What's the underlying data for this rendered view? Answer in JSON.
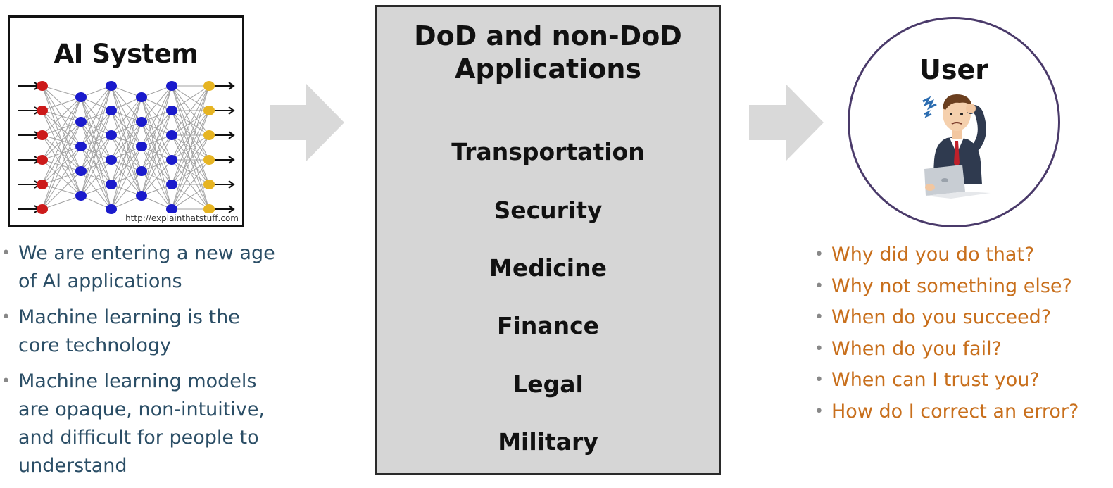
{
  "ai_system": {
    "title": "AI System",
    "credit": "http://explainthatstuff.com",
    "bullets": [
      "We are entering a new age of AI applications",
      "Machine learning is the core technology",
      "Machine learning models are opaque, non-intuitive, and difficult for people to understand"
    ]
  },
  "applications": {
    "title_line1": "DoD and non-DoD",
    "title_line2": "Applications",
    "items": [
      "Transportation",
      "Security",
      "Medicine",
      "Finance",
      "Legal",
      "Military"
    ]
  },
  "user": {
    "title": "User",
    "questions": [
      "Why did you do that?",
      "Why not something else?",
      "When do you succeed?",
      "When do you fail?",
      "When can I trust you?",
      "How do I correct an error?"
    ]
  },
  "colors": {
    "ai_bullet_text": "#2b4e66",
    "user_question_text": "#c86f1c",
    "panel_fill": "#d6d6d6",
    "arrow_fill": "#d9d9d9",
    "input_node": "#cc1a1a",
    "hidden_node": "#1a1acc",
    "output_node": "#e6b422"
  },
  "icons": [
    "neural-network-diagram",
    "right-arrow",
    "confused-user-illustration"
  ]
}
